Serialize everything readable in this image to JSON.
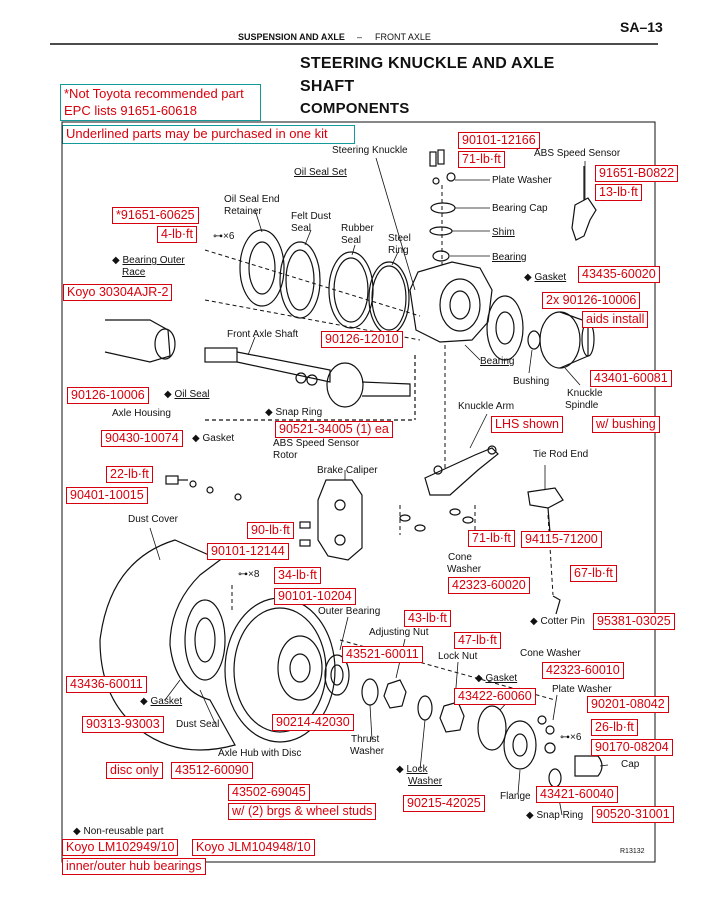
{
  "header": {
    "section": "SUSPENSION AND AXLE",
    "dash": "–",
    "subsection": "FRONT AXLE",
    "page_number": "SA–13"
  },
  "title": {
    "line1": "STEERING KNUCKLE AND AXLE",
    "line2": "SHAFT",
    "line3": "COMPONENTS"
  },
  "notes": {
    "toyota_line1": "*Not Toyota recommended part",
    "toyota_line2": "EPC lists 91651-60618",
    "kit": "Underlined parts may be purchased in one kit"
  },
  "part_labels": {
    "steering_knuckle": "Steering Knuckle",
    "oil_seal_set": "Oil Seal Set",
    "oil_seal_end_retainer_1": "Oil Seal End",
    "oil_seal_end_retainer_2": "Retainer",
    "felt_dust_seal_1": "Felt Dust",
    "felt_dust_seal_2": "Seal",
    "rubber_seal_1": "Rubber",
    "rubber_seal_2": "Seal",
    "steel_ring_1": "Steel",
    "steel_ring_2": "Ring",
    "x6_top": "×6",
    "bearing_outer_race_1": "Bearing Outer",
    "bearing_outer_race_2": "Race",
    "abs_speed_sensor": "ABS Speed Sensor",
    "plate_washer_top": "Plate Washer",
    "bearing_cap": "Bearing Cap",
    "shim": "Shim",
    "bearing_top": "Bearing",
    "gasket_knuckle": "Gasket",
    "front_axle_shaft": "Front Axle Shaft",
    "bearing_mid": "Bearing",
    "bushing": "Bushing",
    "knuckle_spindle_1": "Knuckle",
    "knuckle_spindle_2": "Spindle",
    "oil_seal": "Oil Seal",
    "axle_housing": "Axle Housing",
    "snap_ring_top": "Snap Ring",
    "abs_rotor_1": "ABS Speed Sensor",
    "abs_rotor_2": "Rotor",
    "knuckle_arm": "Knuckle Arm",
    "gasket_housing": "Gasket",
    "tie_rod_end": "Tie Rod End",
    "brake_caliper": "Brake Caliper",
    "dust_cover": "Dust Cover",
    "cone_washer_1": "Cone",
    "cone_washer_2": "Washer",
    "x8": "×8",
    "outer_bearing": "Outer Bearing",
    "adjusting_nut": "Adjusting Nut",
    "lock_nut": "Lock Nut",
    "cotter_pin": "Cotter Pin",
    "cone_washer_hub": "Cone Washer",
    "gasket_hub": "Gasket",
    "plate_washer_hub": "Plate Washer",
    "x6_hub": "×6",
    "gasket_cover": "Gasket",
    "dust_seal": "Dust Seal",
    "thrust_washer_1": "Thrust",
    "thrust_washer_2": "Washer",
    "axle_hub_with_disc": "Axle Hub with Disc",
    "lock_washer_1": "Lock",
    "lock_washer_2": "Washer",
    "cap": "Cap",
    "flange": "Flange",
    "snap_ring_hub": "Snap Ring",
    "non_reusable": "Non-reusable part",
    "figure_code": "R13132"
  },
  "symbols": {
    "diamond": "◆"
  },
  "red_annotations": {
    "p_90101_12166": "90101-12166",
    "t_71_top": "71-lb·ft",
    "p_91651_b0822": "91651-B0822",
    "t_13": "13-lb·ft",
    "p_91651_60625": "*91651-60625",
    "t_4": "4-lb·ft",
    "p_koyo_30304": "Koyo 30304AJR-2",
    "p_43435_60020": "43435-60020",
    "p_90126_10006_2x": "2x 90126-10006",
    "aids_install": "aids install",
    "p_90126_12010": "90126-12010",
    "p_43401_60081": "43401-60081",
    "w_bushing": "w/ bushing",
    "p_90126_10006": "90126-10006",
    "p_90521_34005": "90521-34005 (1) ea",
    "p_90430_10074": "90430-10074",
    "lhs_shown": "LHS shown",
    "t_22": "22-lb·ft",
    "p_90401_10015": "90401-10015",
    "t_90": "90-lb·ft",
    "p_90101_12144": "90101-12144",
    "t_71_mid": "71-lb·ft",
    "p_94115_71200": "94115-71200",
    "t_34": "34-lb·ft",
    "p_42323_60020": "42323-60020",
    "t_67": "67-lb·ft",
    "p_90101_10204": "90101-10204",
    "t_43": "43-lb·ft",
    "p_95381_03025": "95381-03025",
    "t_47": "47-lb·ft",
    "p_43521_60011": "43521-60011",
    "p_42323_60010": "42323-60010",
    "p_43436_60011": "43436-60011",
    "p_43422_60060": "43422-60060",
    "p_90201_08042": "90201-08042",
    "p_90313_93003": "90313-93003",
    "p_90214_42030": "90214-42030",
    "t_26": "26-lb·ft",
    "p_90170_08204": "90170-08204",
    "disc_only": "disc only",
    "p_43512_60090": "43512-60090",
    "p_43502_69045": "43502-69045",
    "p_43421_60040": "43421-60040",
    "w_brgs": "w/ (2) brgs & wheel studs",
    "p_90215_42025": "90215-42025",
    "p_90520_31001": "90520-31001",
    "koyo_lm102949": "Koyo LM102949/10",
    "koyo_jlm104948": "Koyo JLM104948/10",
    "inner_outer": "inner/outer hub bearings"
  },
  "colors": {
    "annotation_red": "#d8000c",
    "note_box_teal": "#139a9a",
    "line_art": "#111111"
  }
}
